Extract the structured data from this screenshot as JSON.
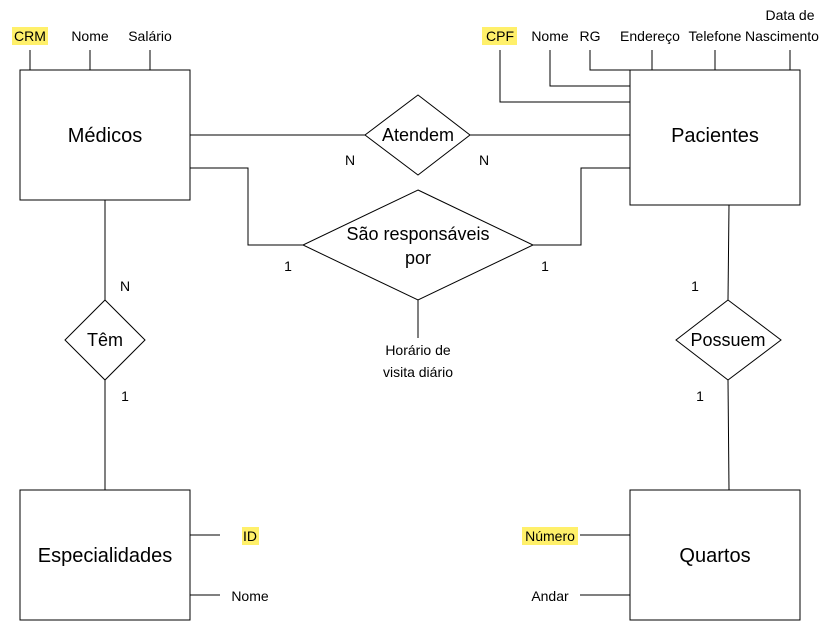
{
  "colors": {
    "highlight": "#fff06a",
    "stroke": "#000000",
    "background": "#ffffff"
  },
  "entities": {
    "medicos": "Médicos",
    "pacientes": "Pacientes",
    "especialidades": "Especialidades",
    "quartos": "Quartos"
  },
  "relationships": {
    "atendem": "Atendem",
    "responsaveis": [
      "São responsáveis",
      "por"
    ],
    "tem": "Têm",
    "possuem": "Possuem"
  },
  "attributes": {
    "medicos": {
      "crm": "CRM",
      "nome": "Nome",
      "salario": "Salário"
    },
    "pacientes": {
      "cpf": "CPF",
      "nome": "Nome",
      "rg": "RG",
      "endereco": "Endereço",
      "telefone": "Telefone",
      "nascimento": [
        "Data de",
        "Nascimento"
      ]
    },
    "especialidades": {
      "id": "ID",
      "nome": "Nome"
    },
    "quartos": {
      "numero": "Número",
      "andar": "Andar"
    },
    "responsaveis": [
      "Horário de",
      "visita diário"
    ]
  },
  "cardinalities": {
    "atendem_medicos": "N",
    "atendem_pacientes": "N",
    "resp_medicos": "1",
    "resp_pacientes": "1",
    "tem_medicos": "N",
    "tem_especialidades": "1",
    "possuem_pacientes": "1",
    "possuem_quartos": "1"
  }
}
